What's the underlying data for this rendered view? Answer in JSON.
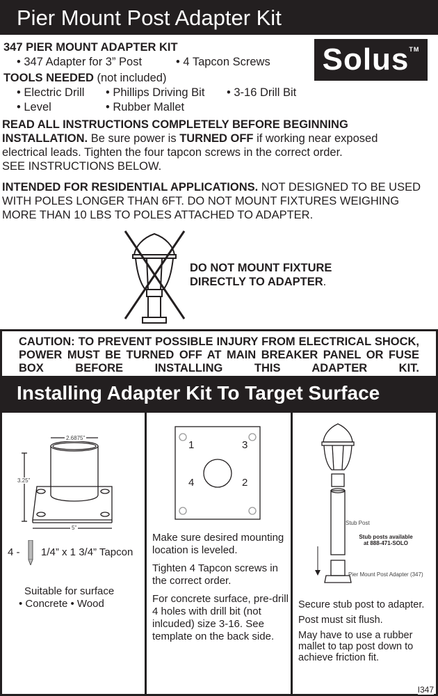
{
  "title": "Pier Mount Post Adapter Kit",
  "logo": {
    "text": "Solus",
    "tm": "TM"
  },
  "kit": {
    "heading": "347  PIER MOUNT ADAPTER KIT",
    "items": [
      "• 347 Adapter for 3” Post",
      "• 4 Tapcon Screws"
    ]
  },
  "tools": {
    "heading": "TOOLS NEEDED",
    "note": "(not included)",
    "items": [
      "• Electric Drill",
      "• Phillips Driving Bit",
      "• 3-16 Drill Bit",
      "• Level",
      "• Rubber Mallet"
    ]
  },
  "instructions": {
    "bold1": "READ ALL INSTRUCTIONS COMPLETELY BEFORE BEGINNING",
    "bold2": "INSTALLATION.",
    "t1": " Be sure power is ",
    "bold3": "TURNED OFF",
    "t2": " if working near exposed",
    "line3": "electrical leads. Tighten the four tapcon screws in the correct order.",
    "line4": "SEE INSTRUCTIONS BELOW."
  },
  "intended": {
    "bold": "INTENDED FOR RESIDENTIAL APPLICATIONS.",
    "t1": " NOT DESIGNED TO BE USED",
    "line2": "WITH POLES LONGER THAN 6FT. DO NOT MOUNT FIXTURES WEIGHING",
    "line3": "MORE THAN 10 LBS TO POLES ATTACHED TO ADAPTER."
  },
  "warning": {
    "line1": "DO NOT MOUNT FIXTURE",
    "line2": "DIRECTLY TO ADAPTER",
    "period": "."
  },
  "caution": "CAUTION: TO PREVENT POSSIBLE INJURY FROM ELECTRICAL SHOCK, POWER MUST BE TURNED OFF AT MAIN BREAKER PANEL OR FUSE BOX BEFORE INSTALLING THIS ADAPTER KIT.",
  "section_title": "Installing Adapter Kit To Target Surface",
  "panel1": {
    "dim_width": "2.6875”",
    "dim_height": "3.25”",
    "dim_base": "5”",
    "screw_count": "4 -",
    "screw_spec": "1/4” x 1 3/4” Tapcon",
    "surface_label": "Suitable for surface",
    "surfaces": "• Concrete  • Wood"
  },
  "panel2": {
    "numbers": [
      "1",
      "3",
      "4",
      "2"
    ],
    "p1": "Make sure desired mounting location is leveled.",
    "p2": "Tighten 4 Tapcon screws in the correct order.",
    "p3": "For concrete surface, pre-drill 4 holes with drill bit (not inlcuded) size 3-16. See template on the back side."
  },
  "panel3": {
    "stub_label": "Stub Post",
    "avail1": "Stub posts available",
    "avail2": "at 888-471-SOLO",
    "adapter_label": "Pier Mount Post Adapter (347)",
    "p1": "Secure stub post to adapter.",
    "p2": "Post must sit flush.",
    "p3": "May have to use a rubber mallet to tap post down to achieve friction fit."
  },
  "footer": "I347"
}
